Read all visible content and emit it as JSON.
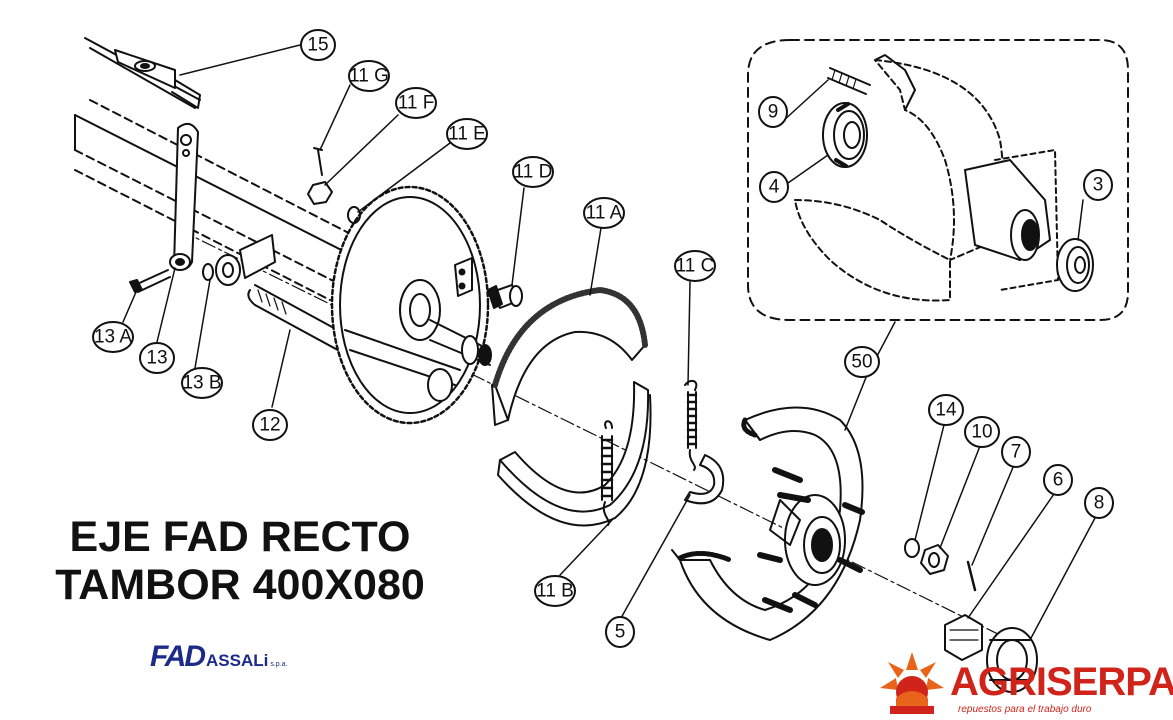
{
  "title_line1": "EJE FAD RECTO",
  "title_line2": "TAMBOR 400X080",
  "fad_logo": {
    "mark": "FAD",
    "assali": "ASSALi",
    "spa": "s.p.a."
  },
  "agriserpal_logo": {
    "name": "AGRISERPAL",
    "tagline": "repuestos para el trabajo duro"
  },
  "colors": {
    "line": "#111111",
    "fad_blue": "#1c2a8a",
    "agri_red": "#d0241b",
    "agri_orange": "#e8641b"
  },
  "callouts": [
    "15",
    "11 G",
    "11 F",
    "11 E",
    "11 D",
    "11 A",
    "11 C",
    "9",
    "4",
    "3",
    "50",
    "13 A",
    "13",
    "13 B",
    "12",
    "14",
    "10",
    "7",
    "6",
    "8",
    "11 B",
    "5"
  ]
}
